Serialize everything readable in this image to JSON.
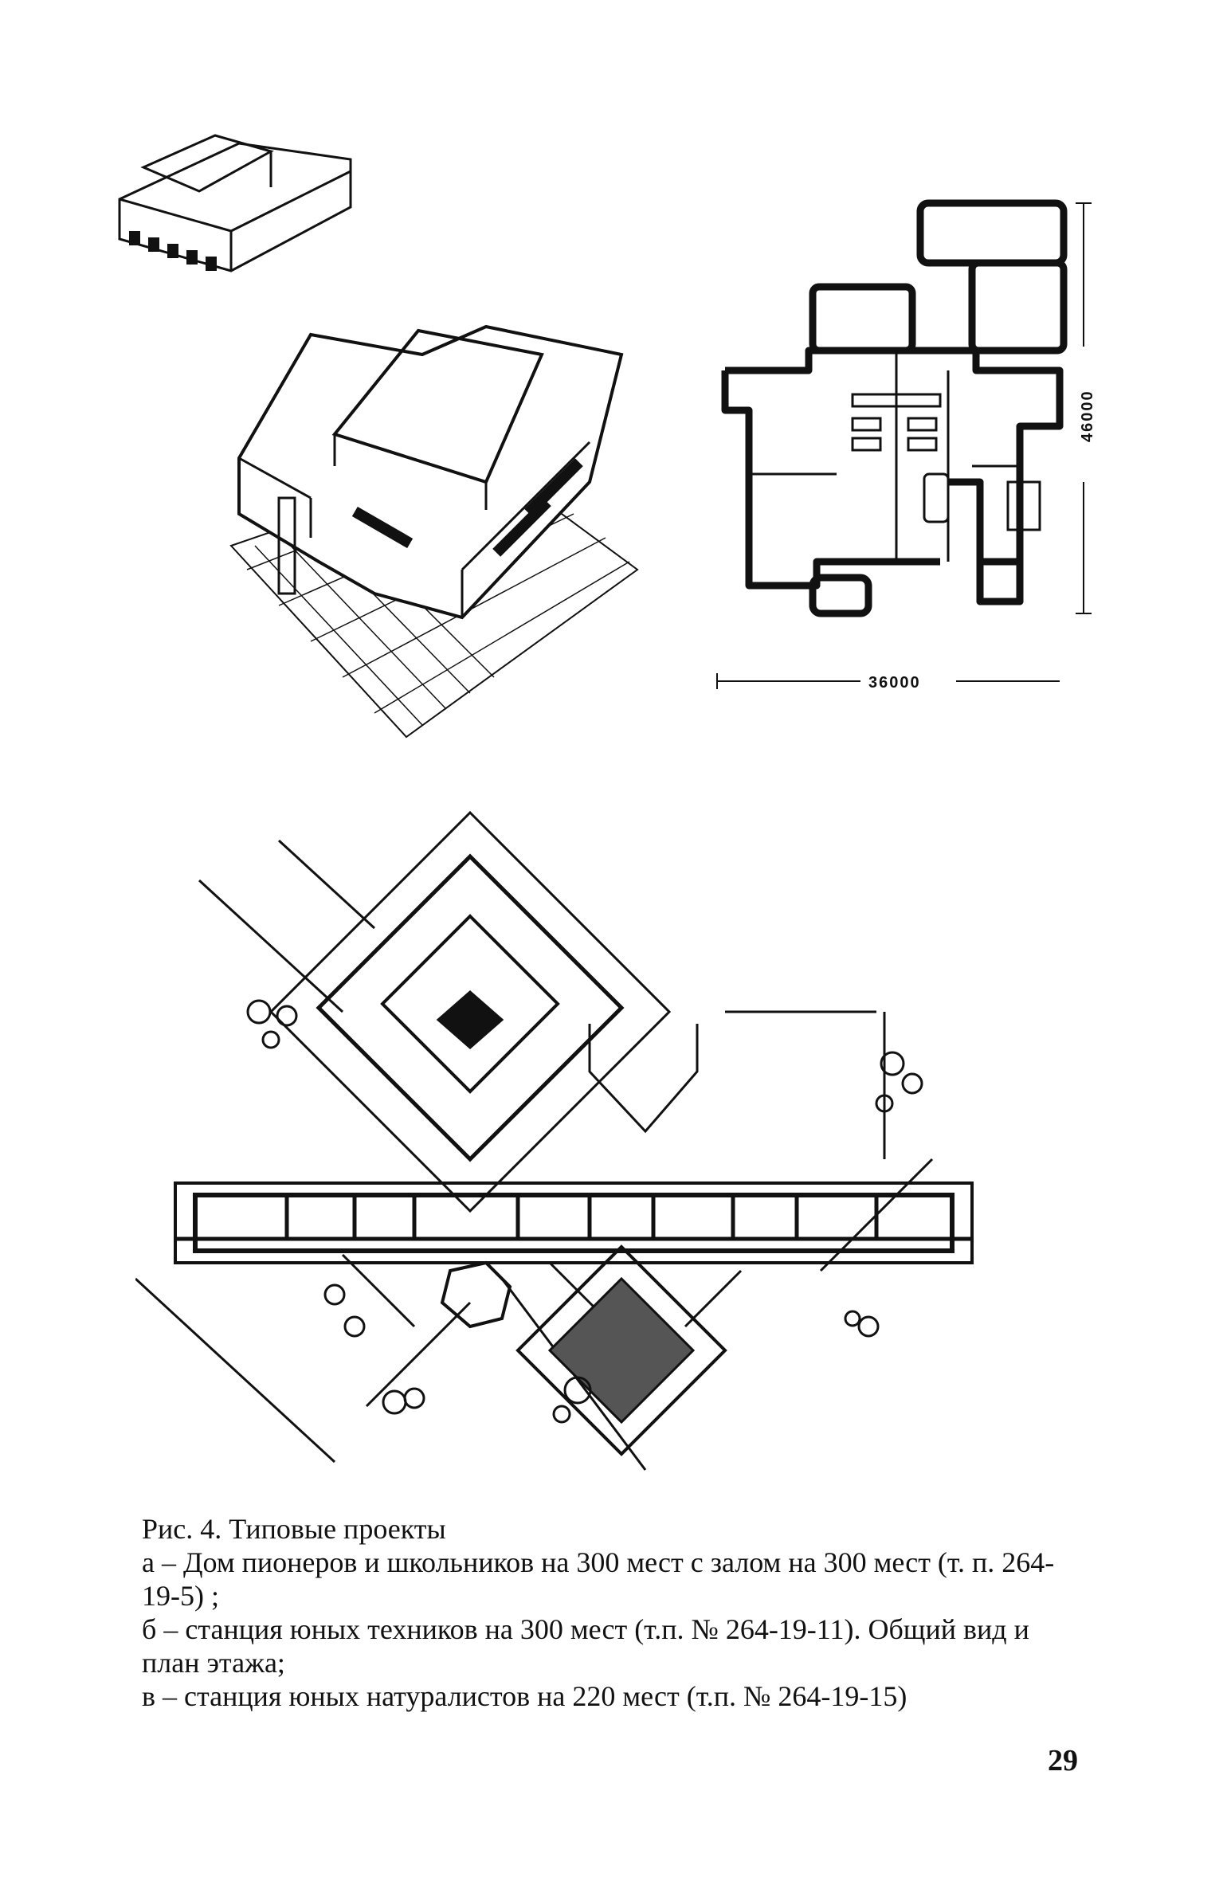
{
  "figure": {
    "plan_dimensions": {
      "height_label": "46000",
      "width_label": "36000"
    }
  },
  "caption": {
    "title": "Рис. 4. Типовые проекты",
    "item_a": "а – Дом пионеров и школьников на 300 мест с залом на 300 мест (т. п. 264-19-5) ;",
    "item_b": "б – станция юных техников на 300 мест (т.п. № 264-19-11). Общий вид и план этажа;",
    "item_v": "в – станция юных натуралистов на 220 мест (т.п. № 264-19-15)"
  },
  "page_number": "29"
}
